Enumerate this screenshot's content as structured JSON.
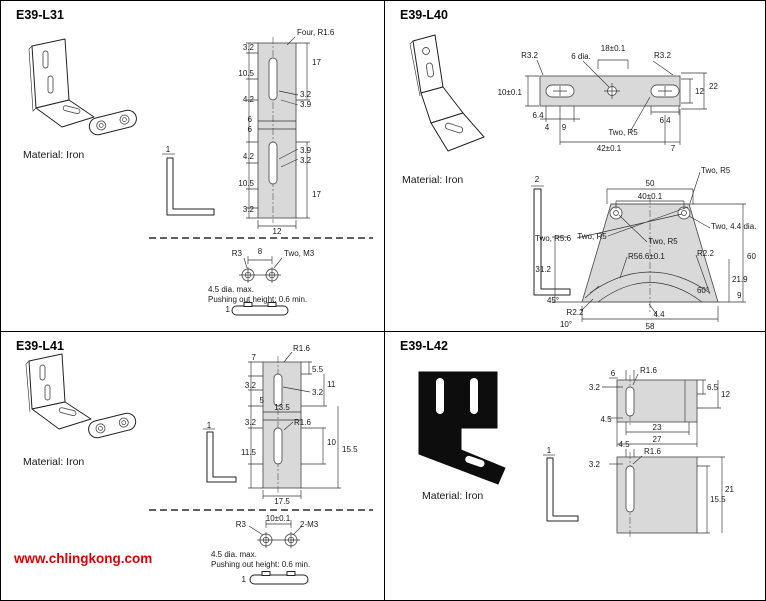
{
  "page": {
    "background": "#ffffff",
    "border_color": "#000000",
    "drawing_fill": "#d9d9d9",
    "watermark_color": "#e10000"
  },
  "footer": {
    "watermark": "www.chlingkong.com"
  },
  "panels": [
    {
      "title": "E39-L31",
      "material": "Material: Iron",
      "dims": [
        "Four, R1.6",
        "3.2",
        "10.5",
        "4.2",
        "17",
        "3.2",
        "3.9",
        "6",
        "6",
        "3.9",
        "3.2",
        "4.2",
        "10.5",
        "17",
        "3.2",
        "12",
        "1",
        "R3",
        "8",
        "Two, M3",
        "4.5 dia. max.",
        "Pushing out height: 0.6 min.",
        "1"
      ]
    },
    {
      "title": "E39-L40",
      "material": "Material: Iron",
      "dims": [
        "R3.2",
        "6 dia.",
        "18±0.1",
        "R3.2",
        "10±0.1",
        "12",
        "22",
        "6.4",
        "4",
        "9",
        "6.4",
        "Two, R5",
        "42±0.1",
        "7",
        "2",
        "50",
        "40±0.1",
        "Two, R5",
        "Two, 4.4 dia.",
        "Two, R5.6",
        "Two, R5",
        "Two, R5",
        "R56.6±0.1",
        "R2.2",
        "60",
        "31.2",
        "21.9",
        "9",
        "60°",
        "45°",
        "R2.2",
        "10°",
        "4.4",
        "58"
      ]
    },
    {
      "title": "E39-L41",
      "material": "Material: Iron",
      "dims": [
        "R1.6",
        "7",
        "5.5",
        "11",
        "3.2",
        "5",
        "3.2",
        "13.5",
        "3.2",
        "R1.6",
        "11.5",
        "10",
        "15.5",
        "17.5",
        "1",
        "R3",
        "10±0.1",
        "2-M3",
        "4.5 dia. max.",
        "Pushing out height: 0.6 min.",
        "1"
      ]
    },
    {
      "title": "E39-L42",
      "material": "Material: Iron",
      "dims": [
        "3.2",
        "6",
        "R1.6",
        "6.5",
        "12",
        "4.5",
        "23",
        "27",
        "3.2",
        "4.5",
        "R1.6",
        "15.5",
        "21",
        "1"
      ]
    }
  ]
}
